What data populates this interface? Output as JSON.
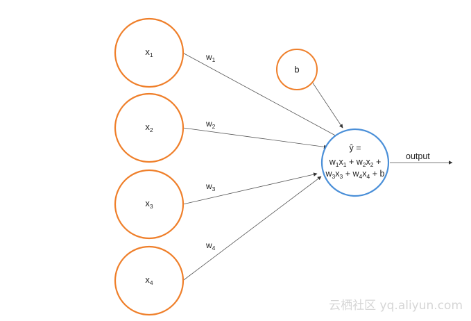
{
  "colors": {
    "input_node": "#ef7f2a",
    "bias_node": "#ef7f2a",
    "output_node": "#4a8fd8",
    "edge": "#555555"
  },
  "inputs": [
    {
      "name": "x",
      "sub": "1"
    },
    {
      "name": "x",
      "sub": "2"
    },
    {
      "name": "x",
      "sub": "3"
    },
    {
      "name": "x",
      "sub": "4"
    }
  ],
  "weights": [
    {
      "name": "w",
      "sub": "1"
    },
    {
      "name": "w",
      "sub": "2"
    },
    {
      "name": "w",
      "sub": "3"
    },
    {
      "name": "w",
      "sub": "4"
    }
  ],
  "bias": {
    "label": "b"
  },
  "neuron": {
    "line1": "ŷ =",
    "line2": [
      {
        "t": "w",
        "s": "1"
      },
      {
        "t": "x",
        "s": "1"
      },
      {
        "t": " + "
      },
      {
        "t": "w",
        "s": "2"
      },
      {
        "t": "x",
        "s": "2"
      },
      {
        "t": " +"
      }
    ],
    "line3": [
      {
        "t": "w",
        "s": "3"
      },
      {
        "t": "x",
        "s": "3"
      },
      {
        "t": " + "
      },
      {
        "t": "w",
        "s": "4"
      },
      {
        "t": "x",
        "s": "4"
      },
      {
        "t": " + b"
      }
    ]
  },
  "output": {
    "label": "output"
  },
  "watermark": "云栖社区 yq.aliyun.com"
}
